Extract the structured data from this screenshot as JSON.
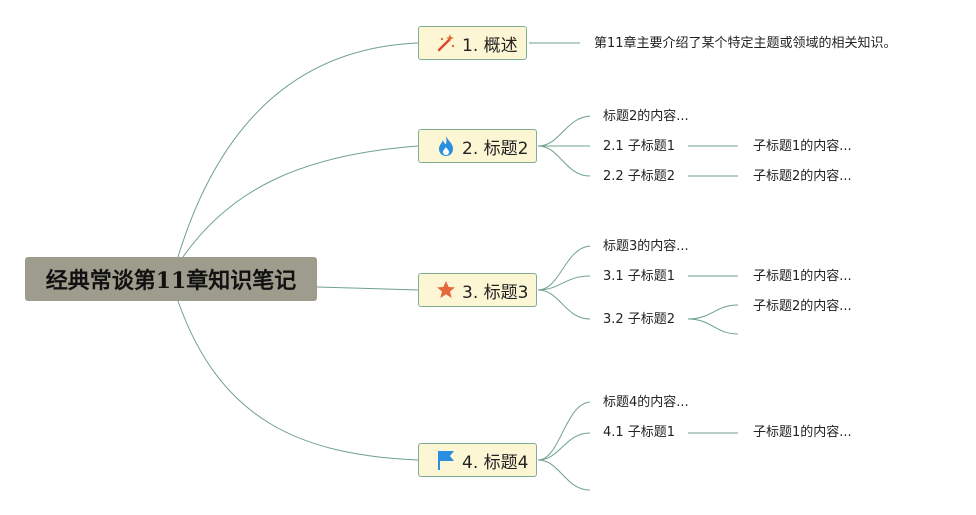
{
  "root": {
    "title": "经典常谈第11章知识笔记"
  },
  "topics": [
    {
      "label": "1. 概述",
      "icon": "magic-wand-icon",
      "icon_color": "#d9472b",
      "children": [
        {
          "label": "第11章主要介绍了某个特定主题或领域的相关知识。"
        }
      ]
    },
    {
      "label": "2. 标题2",
      "icon": "fire-icon",
      "icon_color": "#2b8fe0",
      "children": [
        {
          "label": "标题2的内容..."
        },
        {
          "label": "2.1 子标题1",
          "children": [
            {
              "label": "子标题1的内容..."
            }
          ]
        },
        {
          "label": "2.2 子标题2",
          "children": [
            {
              "label": "子标题2的内容..."
            }
          ]
        }
      ]
    },
    {
      "label": "3. 标题3",
      "icon": "star-icon",
      "icon_color": "#e5683a",
      "children": [
        {
          "label": "标题3的内容..."
        },
        {
          "label": "3.1 子标题1",
          "children": [
            {
              "label": "子标题1的内容..."
            }
          ]
        },
        {
          "label": "3.2 子标题2",
          "children": [
            {
              "label": "子标题2的内容..."
            },
            {
              "label": ""
            }
          ]
        }
      ]
    },
    {
      "label": "4. 标题4",
      "icon": "flag-icon",
      "icon_color": "#2b8fe0",
      "children": [
        {
          "label": "标题4的内容..."
        },
        {
          "label": "4.1 子标题1",
          "children": [
            {
              "label": "子标题1的内容..."
            }
          ]
        },
        {
          "label": ""
        }
      ]
    }
  ],
  "colors": {
    "line": "#6fa18a",
    "topic_bg": "#fdf6d5",
    "root_bg": "#9e9d8d"
  }
}
